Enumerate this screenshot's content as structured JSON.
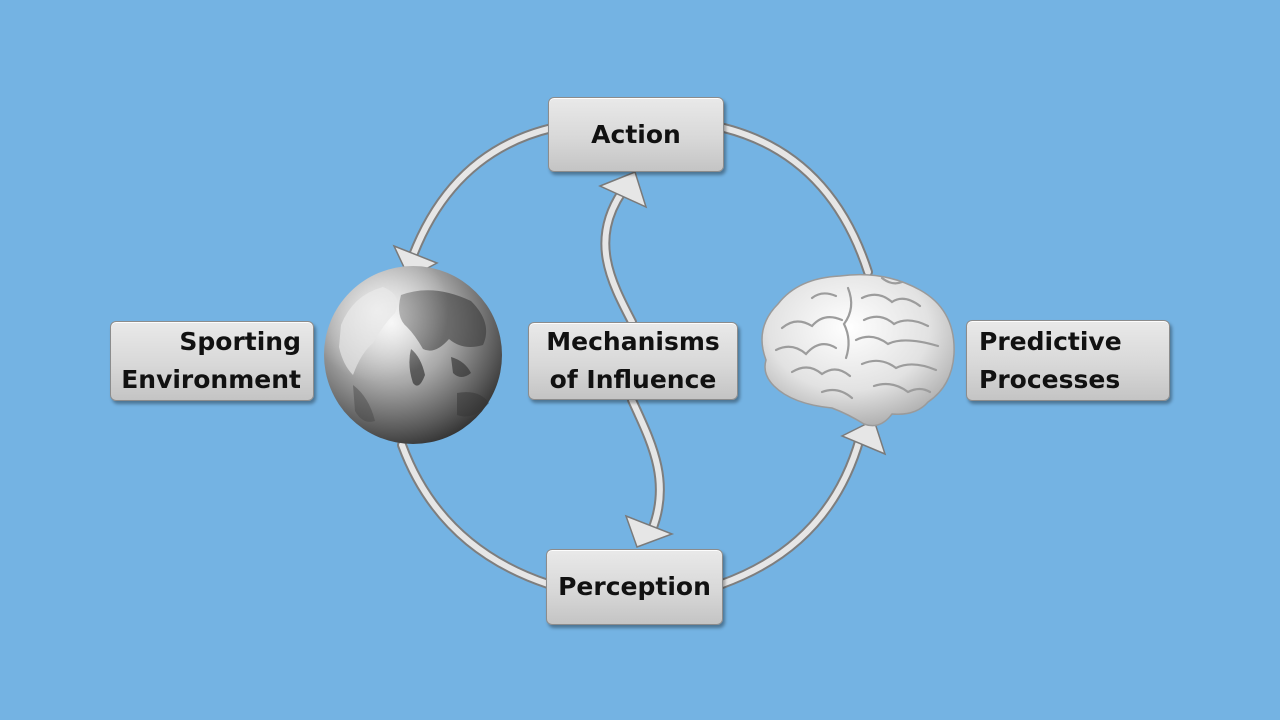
{
  "diagram": {
    "nodes": {
      "action": {
        "lines": [
          "Action"
        ]
      },
      "perception": {
        "lines": [
          "Perception"
        ]
      },
      "mechanisms": {
        "lines": [
          "Mechanisms",
          "of Influence"
        ]
      },
      "sporting": {
        "lines": [
          "Sporting",
          "Environment"
        ]
      },
      "predictive": {
        "lines": [
          "Predictive",
          "Processes"
        ]
      }
    },
    "images": {
      "globe": "earth-globe-grayscale",
      "brain": "human-brain-grayscale"
    },
    "edges": [
      {
        "from": "action",
        "to": "sporting-environment-globe",
        "arrow": true
      },
      {
        "from": "sporting-environment-globe",
        "to": "perception",
        "arrow": false
      },
      {
        "from": "perception",
        "to": "predictive-processes-brain",
        "arrow": true
      },
      {
        "from": "predictive-processes-brain",
        "to": "action",
        "arrow": false
      },
      {
        "from": "mechanisms",
        "to": "action",
        "arrow": true
      },
      {
        "from": "mechanisms",
        "to": "perception",
        "arrow": true
      }
    ],
    "colors": {
      "background": "#74b3e3",
      "box_fill": "#d9d9d9",
      "connector": "#e4e4e4",
      "text": "#111111"
    }
  }
}
